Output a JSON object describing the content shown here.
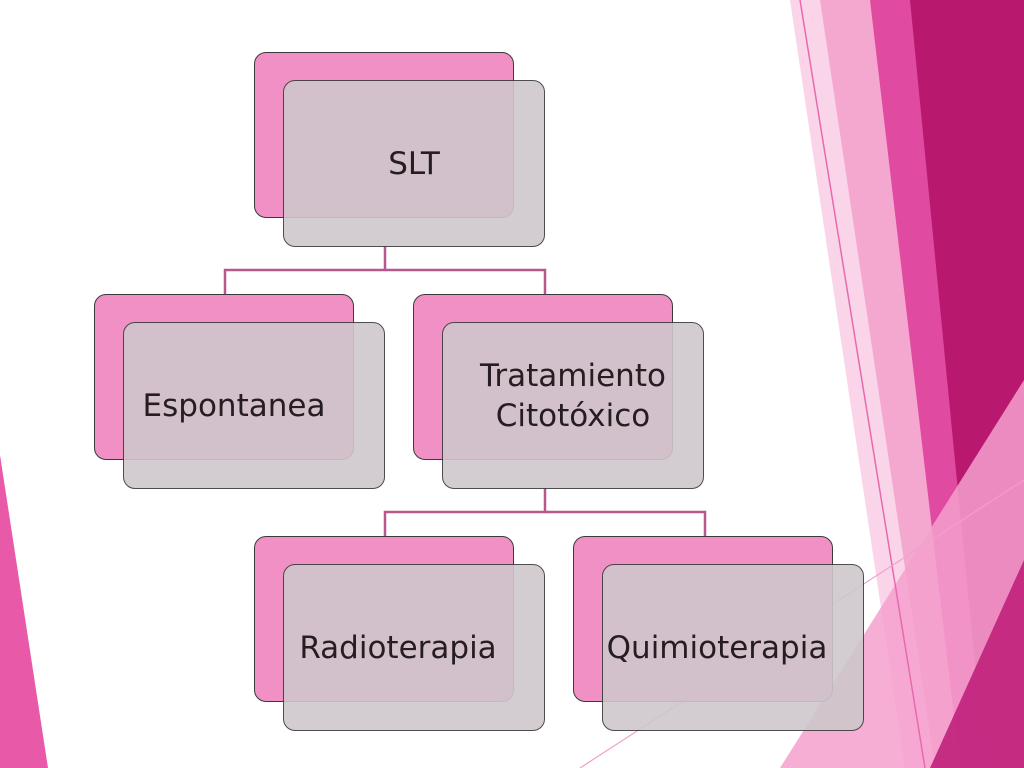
{
  "colors": {
    "back_fill": "#f090c4",
    "front_fill": "#cfc7cb",
    "connector": "#b8578c",
    "decor_dark": "#b8186e",
    "decor_mid": "#e04aa0",
    "decor_light": "#f4b6d8",
    "decor_pale": "#fad4e8"
  },
  "diagram": {
    "root": {
      "label": "SLT"
    },
    "level2": [
      {
        "label": "Espontanea"
      },
      {
        "label": "Tratamiento\nCitotóxico"
      }
    ],
    "level3": [
      {
        "label": "Radioterapia"
      },
      {
        "label": "Quimioterapia"
      }
    ]
  }
}
